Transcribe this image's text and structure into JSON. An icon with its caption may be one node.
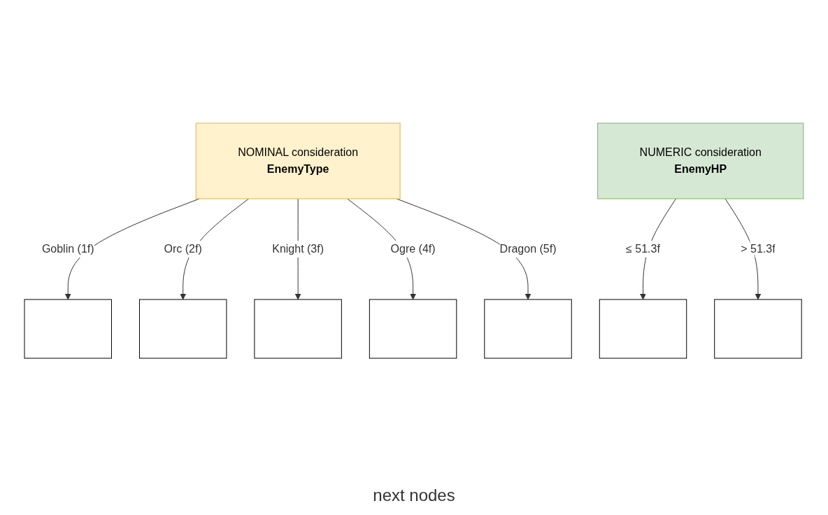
{
  "diagram": {
    "nodes": [
      {
        "text": [
          "NOMINAL consideration",
          "EnemyType"
        ]
      },
      {
        "text": [
          "NUMERIC consideration",
          "EnemyHP"
        ]
      },
      {
        "text": [],
        "shape": "box"
      },
      {
        "text": [],
        "shape": "box"
      },
      {
        "text": [],
        "shape": "box"
      },
      {
        "text": [],
        "shape": "box"
      },
      {
        "text": [],
        "shape": "box"
      },
      {
        "text": [],
        "shape": "box"
      },
      {
        "text": [],
        "shape": "box"
      }
    ],
    "edges": [
      {
        "from": 0,
        "to": 2,
        "arrow": "to",
        "label": "Goblin (1f)"
      },
      {
        "from": 0,
        "to": 3,
        "arrow": "to",
        "label": "Orc (2f)"
      },
      {
        "from": 0,
        "to": 4,
        "arrow": "to",
        "label": "Knight (3f)"
      },
      {
        "from": 0,
        "to": 5,
        "arrow": "to",
        "label": "Ogre (4f)"
      },
      {
        "from": 0,
        "to": 6,
        "arrow": "to",
        "label": "Dragon (5f)"
      },
      {
        "from": 1,
        "to": 7,
        "arrow": "to",
        "label": "≤ 51.3f"
      },
      {
        "from": 1,
        "to": 8,
        "arrow": "to",
        "label": "> 51.3f"
      }
    ],
    "labels": [
      "next nodes"
    ]
  }
}
